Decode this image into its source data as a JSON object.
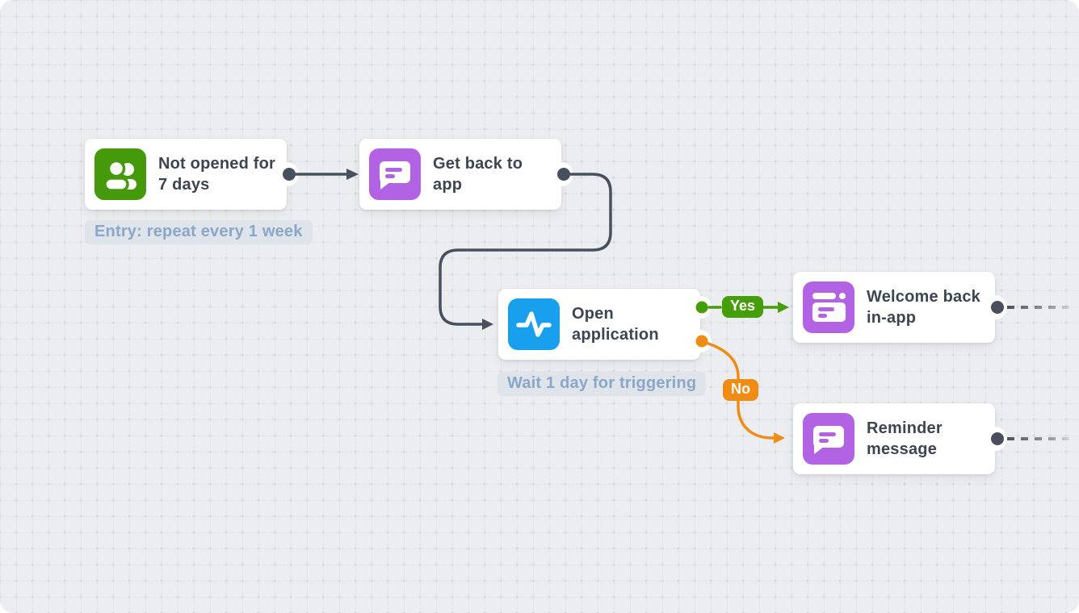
{
  "flow": {
    "nodes": [
      {
        "title": "Not opened for 7 days",
        "icon": "users-icon",
        "icon_color": "#459a0b",
        "note": "Entry: repeat every 1 week"
      },
      {
        "title": "Get back to app",
        "icon": "chat-message-icon",
        "icon_color": "#b263e4"
      },
      {
        "title": "Open application",
        "icon": "pulse-icon",
        "icon_color": "#189fed",
        "note": "Wait 1 day for triggering"
      },
      {
        "title": "Welcome back in-app",
        "icon": "in-app-message-icon",
        "icon_color": "#b263e4"
      },
      {
        "title": "Reminder message",
        "icon": "chat-message-icon",
        "icon_color": "#b263e4"
      }
    ],
    "branches": {
      "yes_label": "Yes",
      "no_label": "No"
    },
    "colors": {
      "yes_branch": "#459d08",
      "no_branch": "#f08b13",
      "connector": "#47505c",
      "note_text": "#8aa6c9",
      "note_background": "#dfe3ea",
      "canvas_background": "#ebedf0"
    }
  }
}
